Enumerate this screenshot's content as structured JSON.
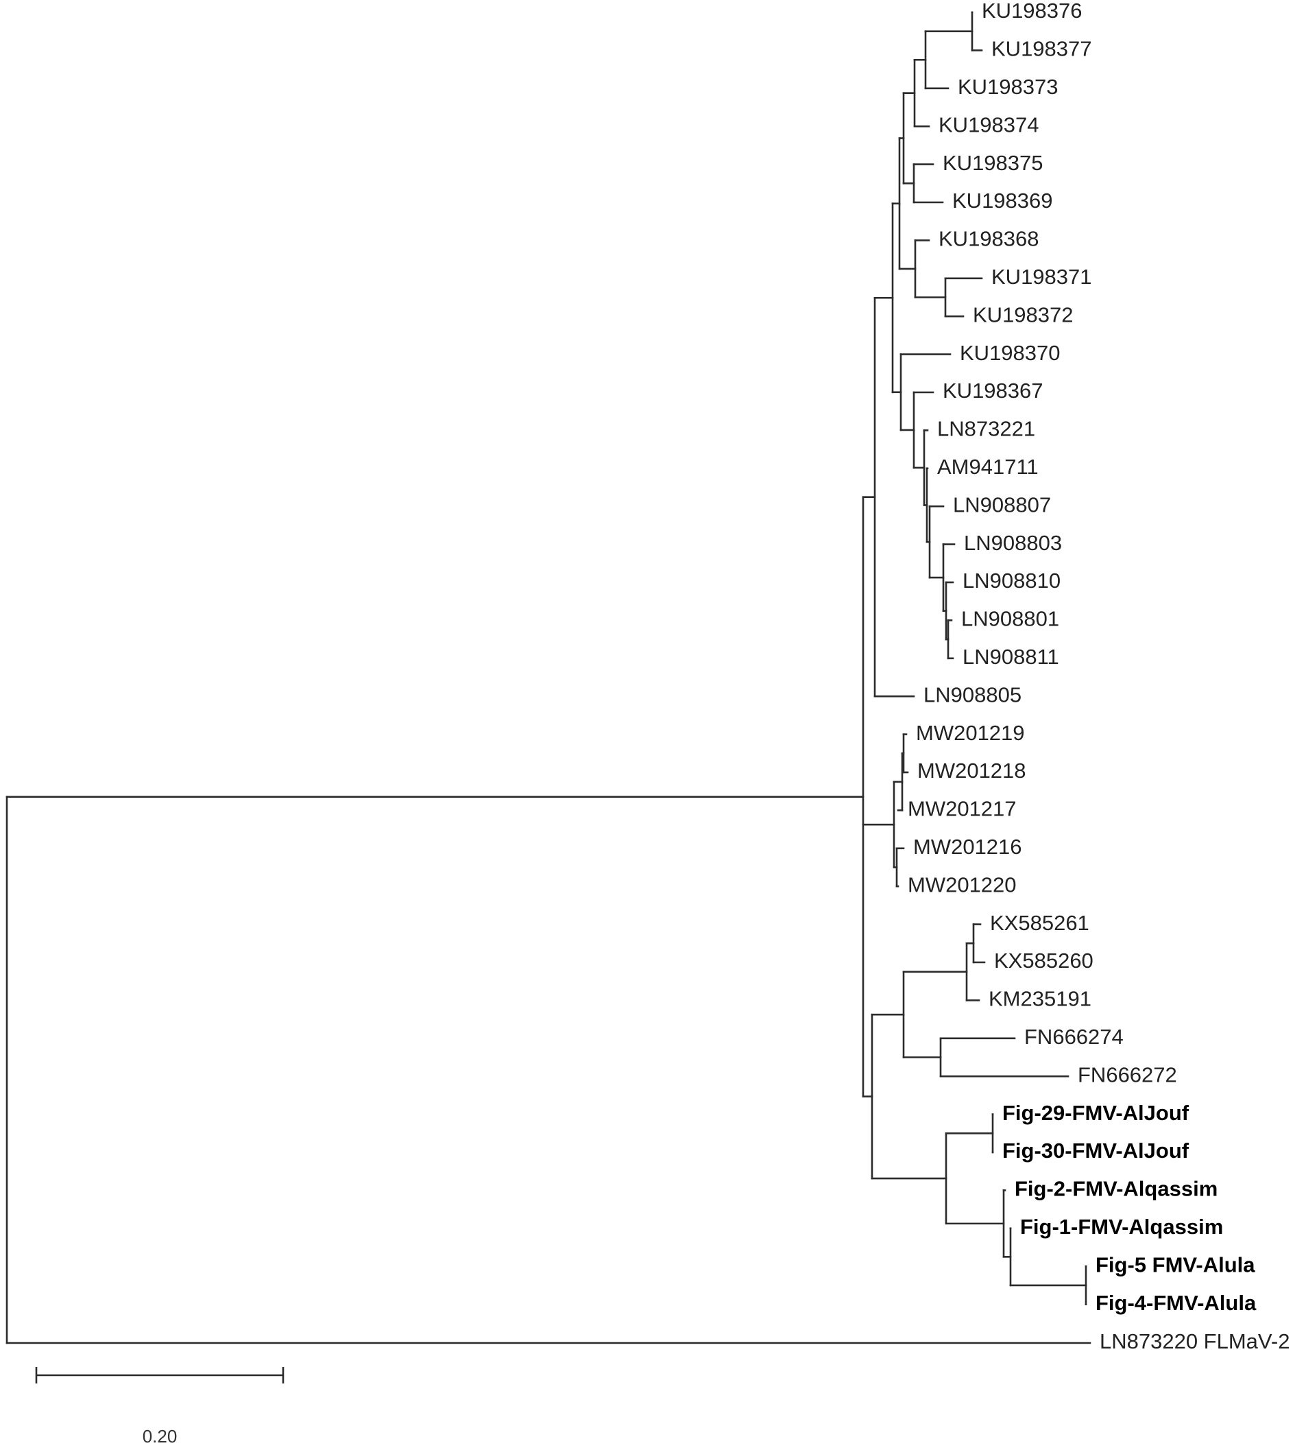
{
  "tree": {
    "leaves": [
      {
        "id": "l01",
        "label": "KU198376",
        "bold": false
      },
      {
        "id": "l02",
        "label": "KU198377",
        "bold": false
      },
      {
        "id": "l03",
        "label": "KU198373",
        "bold": false
      },
      {
        "id": "l04",
        "label": "KU198374",
        "bold": false
      },
      {
        "id": "l05",
        "label": "KU198375",
        "bold": false
      },
      {
        "id": "l06",
        "label": "KU198369",
        "bold": false
      },
      {
        "id": "l07",
        "label": "KU198368",
        "bold": false
      },
      {
        "id": "l08",
        "label": "KU198371",
        "bold": false
      },
      {
        "id": "l09",
        "label": "KU198372",
        "bold": false
      },
      {
        "id": "l10",
        "label": "KU198370",
        "bold": false
      },
      {
        "id": "l11",
        "label": "KU198367",
        "bold": false
      },
      {
        "id": "l12",
        "label": "LN873221",
        "bold": false
      },
      {
        "id": "l13",
        "label": "AM941711",
        "bold": false
      },
      {
        "id": "l14",
        "label": "LN908807",
        "bold": false
      },
      {
        "id": "l15",
        "label": "LN908803",
        "bold": false
      },
      {
        "id": "l16",
        "label": "LN908810",
        "bold": false
      },
      {
        "id": "l17",
        "label": "LN908801",
        "bold": false
      },
      {
        "id": "l18",
        "label": "LN908811",
        "bold": false
      },
      {
        "id": "l19",
        "label": "LN908805",
        "bold": false
      },
      {
        "id": "l20",
        "label": "MW201219",
        "bold": false
      },
      {
        "id": "l21",
        "label": "MW201218",
        "bold": false
      },
      {
        "id": "l22",
        "label": "MW201217",
        "bold": false
      },
      {
        "id": "l23",
        "label": "MW201216",
        "bold": false
      },
      {
        "id": "l24",
        "label": "MW201220",
        "bold": false
      },
      {
        "id": "l25",
        "label": "KX585261",
        "bold": false
      },
      {
        "id": "l26",
        "label": "KX585260",
        "bold": false
      },
      {
        "id": "l27",
        "label": "KM235191",
        "bold": false
      },
      {
        "id": "l28",
        "label": "FN666274",
        "bold": false
      },
      {
        "id": "l29",
        "label": "FN666272",
        "bold": false
      },
      {
        "id": "l30",
        "label": "Fig-29-FMV-AlJouf",
        "bold": true
      },
      {
        "id": "l31",
        "label": "Fig-30-FMV-AlJouf",
        "bold": true
      },
      {
        "id": "l32",
        "label": "Fig-2-FMV-Alqassim",
        "bold": true
      },
      {
        "id": "l33",
        "label": "Fig-1-FMV-Alqassim",
        "bold": true
      },
      {
        "id": "l34",
        "label": "Fig-5 FMV-Alula",
        "bold": true
      },
      {
        "id": "l35",
        "label": "Fig-4-FMV-Alula",
        "bold": true
      },
      {
        "id": "l36",
        "label": "LN873220 FLMaV-2",
        "bold": false
      }
    ]
  },
  "scale_bar": {
    "value": 0.2,
    "label": "0.20"
  },
  "colors": {
    "branch": "#2b2b2b",
    "label": "#222222",
    "highlight": "#000000",
    "background": "#ffffff"
  }
}
